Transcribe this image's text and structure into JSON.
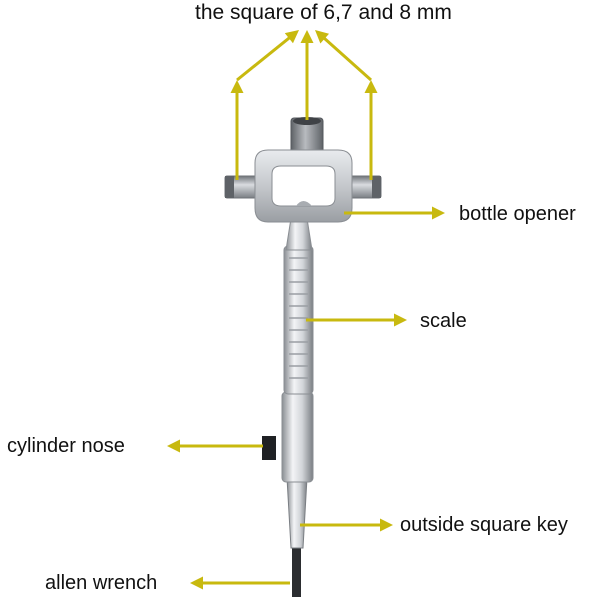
{
  "diagram": {
    "title": "the square of 6,7 and 8 mm",
    "labels": {
      "bottle_opener": "bottle opener",
      "scale": "scale",
      "cylinder_nose": "cylinder nose",
      "outside_square_key": "outside square key",
      "allen_wrench": "allen wrench"
    },
    "colors": {
      "arrow": "#c8b90f",
      "metal_light": "#eef0f2",
      "metal_mid": "#b9bcc0",
      "metal_dark": "#6f7378",
      "text": "#111111"
    }
  }
}
